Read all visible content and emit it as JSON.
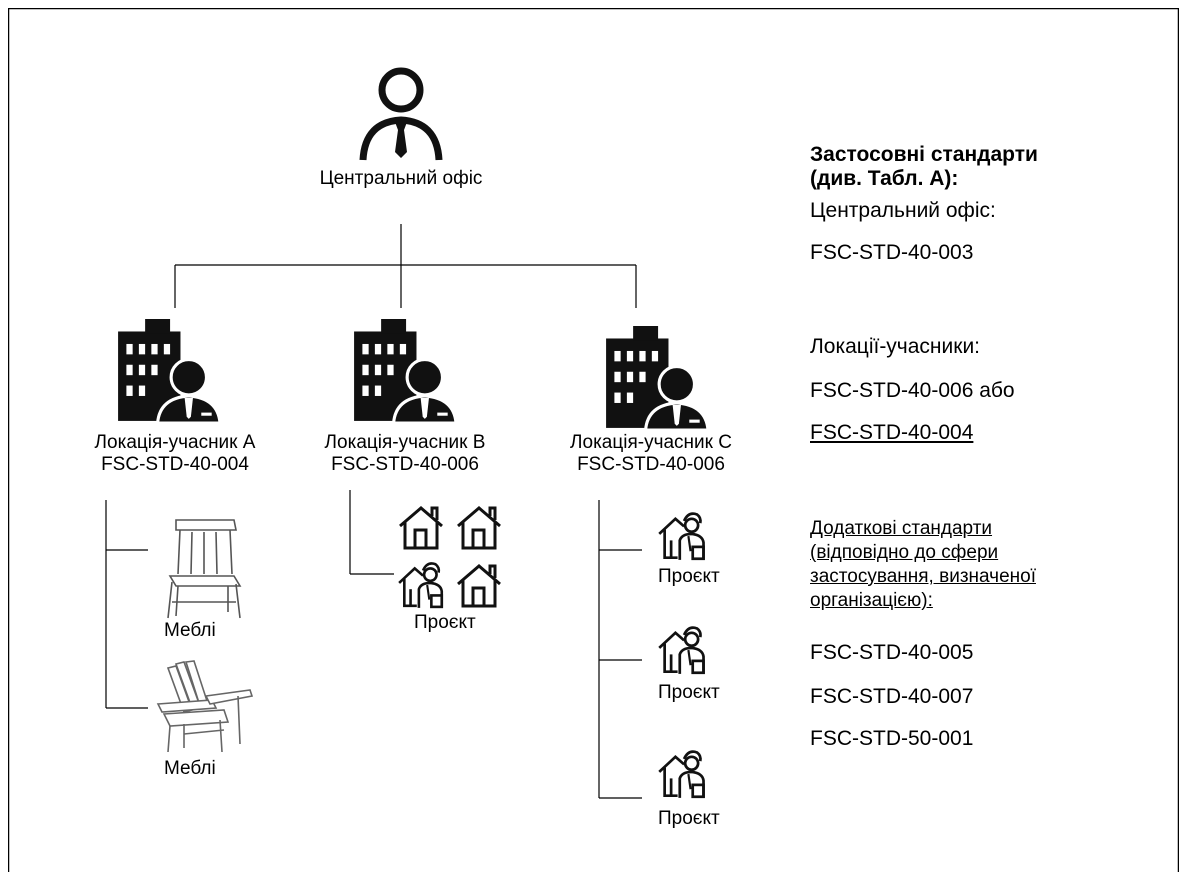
{
  "diagram": {
    "head_office": {
      "label": "Центральний офіс",
      "icon": "person-tie-icon"
    },
    "sites": [
      {
        "name": "Локація-учасник А",
        "standard": "FSC-STD-40-004",
        "icon": "office-building-person-icon"
      },
      {
        "name": "Локація-учасник В",
        "standard": "FSC-STD-40-006",
        "icon": "office-building-person-icon"
      },
      {
        "name": "Локація-учасник С",
        "standard": "FSC-STD-40-006",
        "icon": "office-building-person-icon"
      }
    ],
    "site_a_items": [
      {
        "label": "Меблі",
        "icon": "wooden-chair-icon"
      },
      {
        "label": "Меблі",
        "icon": "adirondack-chair-icon"
      }
    ],
    "site_b_items": [
      {
        "label": "Проєкт",
        "icon": "houses-construction-icon"
      }
    ],
    "site_c_items": [
      {
        "label": "Проєкт",
        "icon": "house-builder-icon"
      },
      {
        "label": "Проєкт",
        "icon": "house-builder-icon"
      },
      {
        "label": "Проєкт",
        "icon": "house-builder-icon"
      }
    ]
  },
  "legend": {
    "title_line1": "Застосовні стандарти",
    "title_line2": "(див. Табл. А):",
    "head_office_label": "Центральний офіс:",
    "head_office_standard": "FSC-STD-40-003",
    "participants_label": "Локації-учасники:",
    "participants_standard_1": "FSC-STD-40-006 або",
    "participants_standard_2": "FSC-STD-40-004",
    "additional_line1": "Додаткові стандарти",
    "additional_line2": "(відповідно до сфери",
    "additional_line3": "застосування, визначеної",
    "additional_line4": "організацією):",
    "additional_standards": [
      "FSC-STD-40-005",
      "FSC-STD-40-007",
      "FSC-STD-50-001"
    ]
  }
}
